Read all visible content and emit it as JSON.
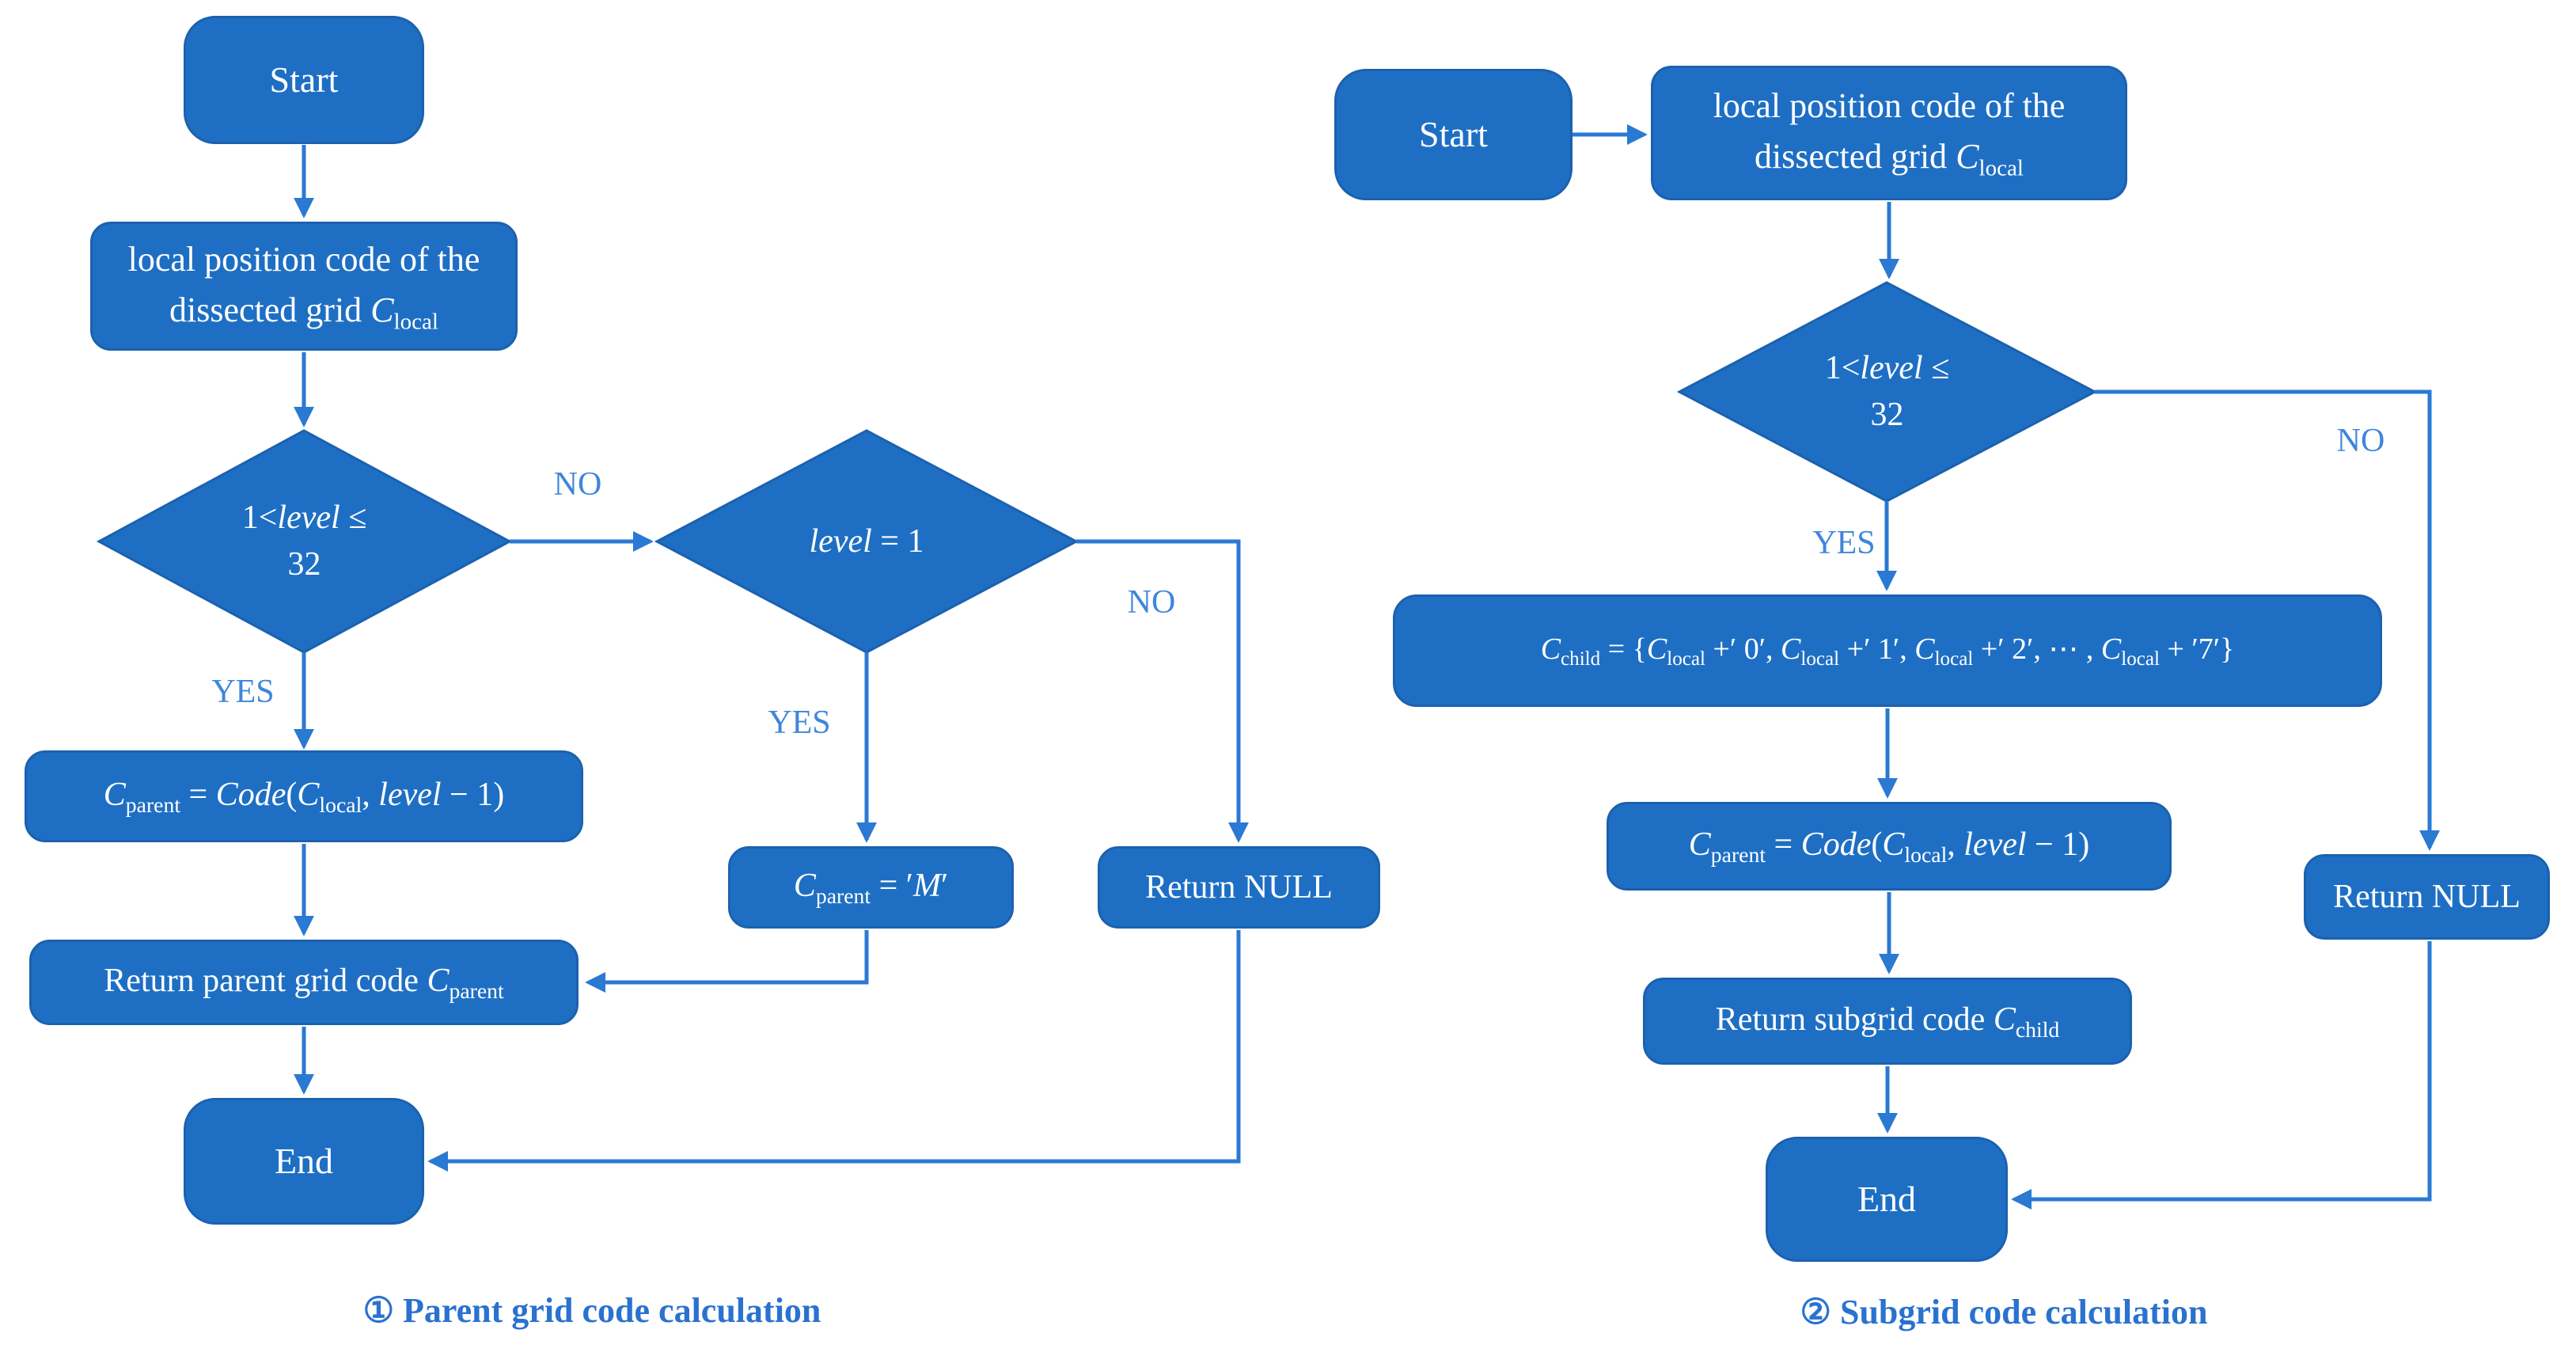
{
  "colors": {
    "node-fill": "#1e6fc4",
    "node-border": "#1b61ae",
    "connector": "#2a79d2",
    "branch-label": "#3f86db",
    "caption": "#2a72d0",
    "node-text": "#ffffff",
    "background": "#ffffff"
  },
  "left_chart": {
    "caption": "① Parent grid code calculation",
    "labels": {
      "no_range": "NO",
      "yes_range": "YES",
      "yes_eq1": "YES",
      "no_eq1": "NO"
    },
    "nodes": {
      "start": {
        "lines": [
          [
            {
              "t": "Start"
            }
          ]
        ]
      },
      "local_code": {
        "lines": [
          [
            {
              "t": "local position code of the"
            }
          ],
          [
            {
              "t": "dissected grid "
            },
            {
              "t": "C",
              "s": "i"
            },
            {
              "t": "local",
              "s": "sub"
            }
          ]
        ]
      },
      "range_check": {
        "lines": [
          [
            {
              "t": "1<"
            },
            {
              "t": "level",
              "s": "i"
            },
            {
              "t": " ≤"
            }
          ],
          [
            {
              "t": "32"
            }
          ]
        ]
      },
      "eq1_check": {
        "lines": [
          [
            {
              "t": "level",
              "s": "i"
            },
            {
              "t": " = 1"
            }
          ]
        ]
      },
      "parent_formula": {
        "lines": [
          [
            {
              "t": "C",
              "s": "i"
            },
            {
              "t": "parent",
              "s": "sub"
            },
            {
              "t": " = "
            },
            {
              "t": "Code",
              "s": "i"
            },
            {
              "t": "("
            },
            {
              "t": "C",
              "s": "i"
            },
            {
              "t": "local",
              "s": "sub"
            },
            {
              "t": ", "
            },
            {
              "t": "level",
              "s": "i"
            },
            {
              "t": " − 1)"
            }
          ]
        ]
      },
      "parent_m": {
        "lines": [
          [
            {
              "t": "C",
              "s": "i"
            },
            {
              "t": "parent",
              "s": "sub"
            },
            {
              "t": " = ′"
            },
            {
              "t": "M",
              "s": "i"
            },
            {
              "t": "′"
            }
          ]
        ]
      },
      "return_null": {
        "lines": [
          [
            {
              "t": "Return NULL"
            }
          ]
        ]
      },
      "return_parent": {
        "lines": [
          [
            {
              "t": "Return parent grid code "
            },
            {
              "t": "C",
              "s": "i"
            },
            {
              "t": "parent",
              "s": "sub"
            }
          ]
        ]
      },
      "end": {
        "lines": [
          [
            {
              "t": "End"
            }
          ]
        ]
      }
    }
  },
  "right_chart": {
    "caption": "② Subgrid code calculation",
    "labels": {
      "no_range": "NO",
      "yes_range": "YES"
    },
    "nodes": {
      "start": {
        "lines": [
          [
            {
              "t": "Start"
            }
          ]
        ]
      },
      "local_code": {
        "lines": [
          [
            {
              "t": "local position code of the"
            }
          ],
          [
            {
              "t": "dissected grid "
            },
            {
              "t": "C",
              "s": "i"
            },
            {
              "t": "local",
              "s": "sub"
            }
          ]
        ]
      },
      "range_check": {
        "lines": [
          [
            {
              "t": "1<"
            },
            {
              "t": "level",
              "s": "i"
            },
            {
              "t": " ≤"
            }
          ],
          [
            {
              "t": "32"
            }
          ]
        ]
      },
      "child_formula": {
        "lines": [
          [
            {
              "t": "C",
              "s": "i"
            },
            {
              "t": "child",
              "s": "sub"
            },
            {
              "t": " = {"
            },
            {
              "t": "C",
              "s": "i"
            },
            {
              "t": "local",
              "s": "sub"
            },
            {
              "t": " +′ 0′, "
            },
            {
              "t": "C",
              "s": "i"
            },
            {
              "t": "local",
              "s": "sub"
            },
            {
              "t": " +′ 1′, "
            },
            {
              "t": "C",
              "s": "i"
            },
            {
              "t": "local",
              "s": "sub"
            },
            {
              "t": " +′ 2′, ⋯ , "
            },
            {
              "t": "C",
              "s": "i"
            },
            {
              "t": "local",
              "s": "sub"
            },
            {
              "t": " + ′7′}"
            }
          ]
        ]
      },
      "parent_formula": {
        "lines": [
          [
            {
              "t": "C",
              "s": "i"
            },
            {
              "t": "parent",
              "s": "sub"
            },
            {
              "t": " = "
            },
            {
              "t": "Code",
              "s": "i"
            },
            {
              "t": "("
            },
            {
              "t": "C",
              "s": "i"
            },
            {
              "t": "local",
              "s": "sub"
            },
            {
              "t": ", "
            },
            {
              "t": "level",
              "s": "i"
            },
            {
              "t": " − 1)"
            }
          ]
        ]
      },
      "return_null": {
        "lines": [
          [
            {
              "t": "Return NULL"
            }
          ]
        ]
      },
      "return_subgrid": {
        "lines": [
          [
            {
              "t": "Return subgrid code "
            },
            {
              "t": "C",
              "s": "i"
            },
            {
              "t": "child",
              "s": "sub"
            }
          ]
        ]
      },
      "end": {
        "lines": [
          [
            {
              "t": "End"
            }
          ]
        ]
      }
    }
  }
}
